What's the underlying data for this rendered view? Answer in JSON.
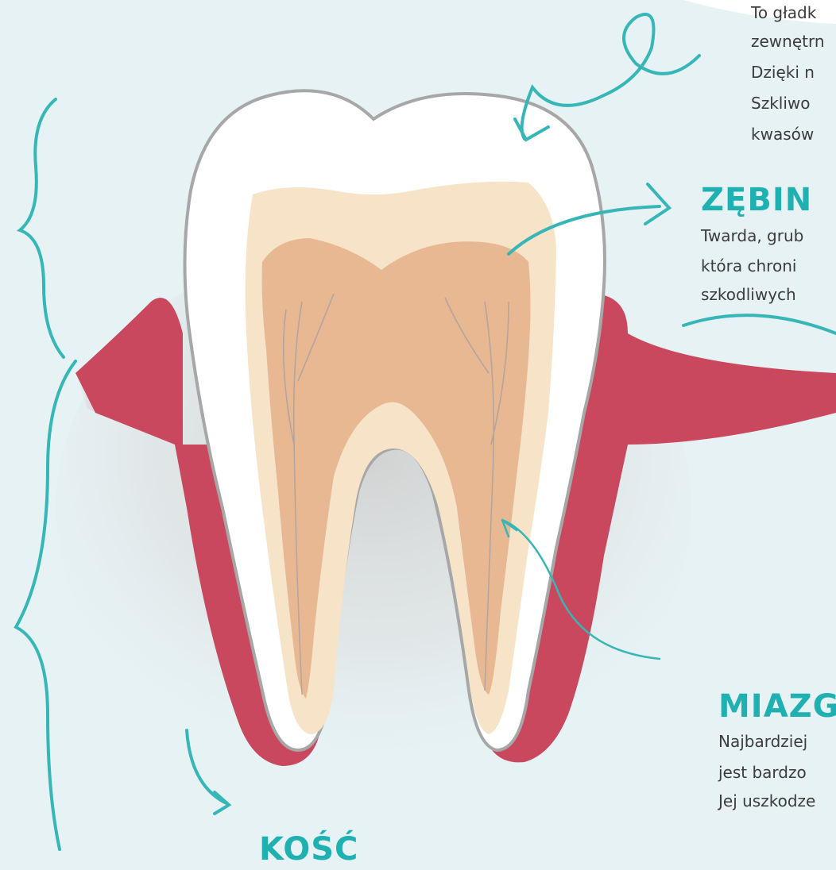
{
  "enamel": {
    "lines": [
      "To gładk",
      "zewnętrn",
      "Dzięki n",
      "Szkliwo",
      "kwasów"
    ]
  },
  "dentin": {
    "heading": "ZĘBIN",
    "lines": [
      "Twarda, grub",
      "która chroni",
      "szkodliwych"
    ]
  },
  "pulp": {
    "heading": "MIAZG",
    "lines": [
      "Najbardziej",
      "jest bardzo",
      "Jej uszkodze"
    ]
  },
  "bone": {
    "heading": "KOŚĆ"
  },
  "colors": {
    "background": "#e6f2f4",
    "accent": "#1fb1b1",
    "enamel": "#ffffff",
    "dentin": "#f6e3c8",
    "pulp": "#e8b893",
    "gum": "#c9485e",
    "text": "#3c3c3c"
  }
}
